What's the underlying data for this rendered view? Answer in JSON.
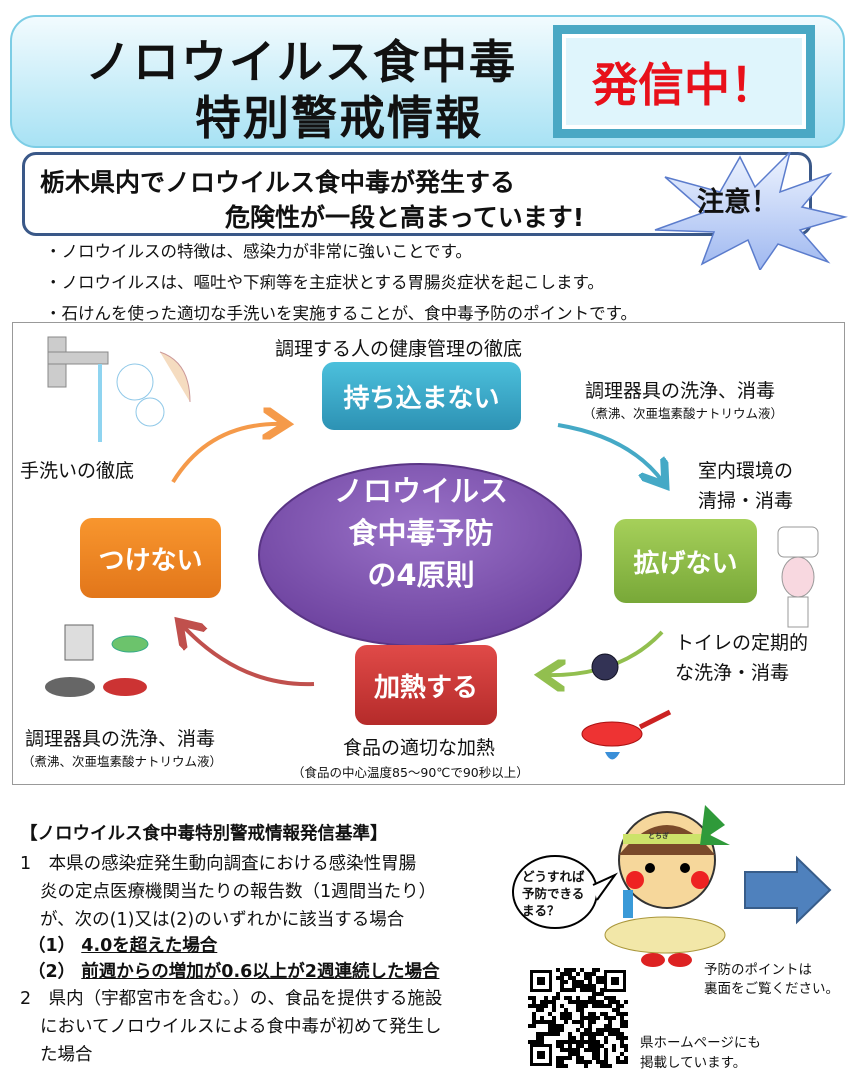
{
  "header": {
    "title_line1": "ノロウイルス食中毒",
    "title_line2": "特別警戒情報",
    "badge": "発信中！"
  },
  "subheader": {
    "line1": "栃木県内でノロウイルス食中毒が発生する",
    "line2": "危険性が一段と高まっています!",
    "burst": "注意！"
  },
  "bullets": [
    "・ノロウイルスの特徴は、感染力が非常に強いことです。",
    "・ノロウイルスは、嘔吐や下痢等を主症状とする胃腸炎症状を起こします。",
    "・石けんを使った適切な手洗いを実施することが、食中毒予防のポイントです。"
  ],
  "diagram": {
    "center": [
      "ノロウイルス",
      "食中毒予防",
      "の4原則"
    ],
    "top_label": "調理する人の健康管理の徹底",
    "principles": {
      "bring": "持ち込まない",
      "spread": "拡げない",
      "heat": "加熱する",
      "attach": "つけない"
    },
    "right_top": {
      "main": "調理器具の洗浄、消毒",
      "note": "（煮沸、次亜塩素酸ナトリウム液）"
    },
    "room": [
      "室内環境の",
      "清掃・消毒"
    ],
    "toilet": [
      "トイレの定期的",
      "な洗浄・消毒"
    ],
    "heating": {
      "main": "食品の適切な加熱",
      "note": "（食品の中心温度85～90℃で90秒以上）"
    },
    "left_bottom": {
      "main": "調理器具の洗浄、消毒",
      "note": "（煮沸、次亜塩素酸ナトリウム液）"
    },
    "handwash": "手洗いの徹底"
  },
  "criteria": {
    "title": "【ノロウイルス食中毒特別警戒情報発信基準】",
    "item1": [
      "1　本県の感染症発生動向調査における感染性胃腸",
      "炎の定点医療機関当たりの報告数（1週間当たり）",
      "が、次の(1)又は(2)のいずれかに該当する場合"
    ],
    "sub1_num": "（1）",
    "sub1": "4.0を超えた場合",
    "sub2_num": "（2）",
    "sub2": "前週からの増加が0.6以上が2週連続した場合",
    "item2": [
      "2　県内（宇都宮市を含む。）の、食品を提供する施設",
      "においてノロウイルスによる食中毒が初めて発生し",
      "た場合"
    ]
  },
  "mascot": {
    "speech": [
      "どうすれば",
      "予防できる",
      "まる？"
    ],
    "headband": "とちぎ"
  },
  "back_note": [
    "予防のポイントは",
    "裏面をご覧ください。"
  ],
  "web_note": [
    "県ホームページにも",
    "掲載しています。"
  ]
}
